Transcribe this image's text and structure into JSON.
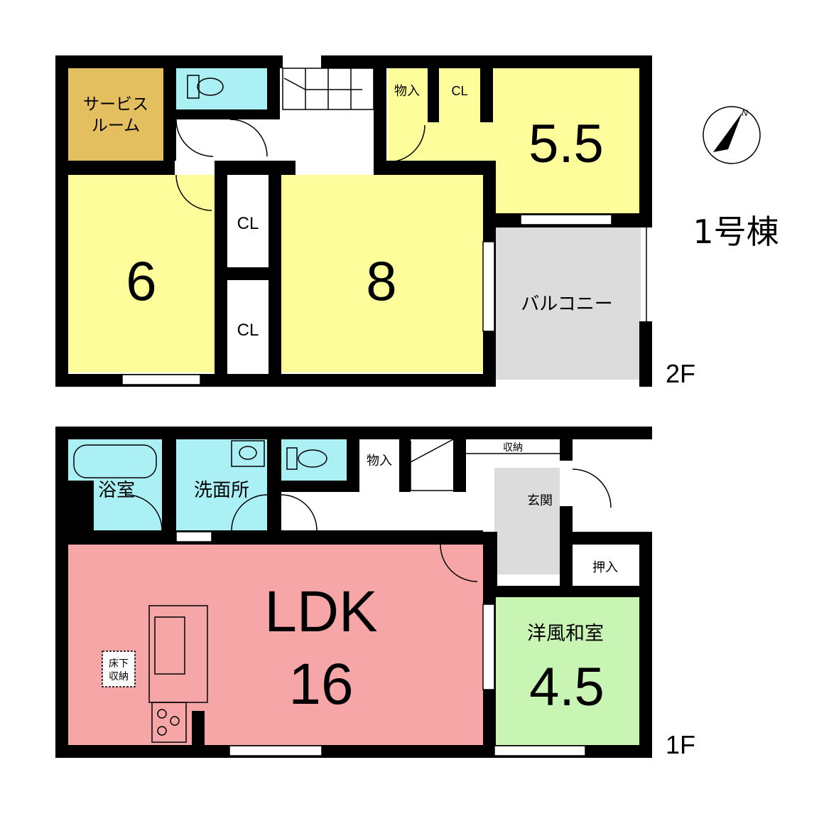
{
  "building_label": "1号棟",
  "compass_letter": "N",
  "floors": {
    "second": {
      "floor_label": "2F",
      "rooms": {
        "service_room_line1": "サービス",
        "service_room_line2": "ルーム",
        "storage_top": "物入",
        "closet_top": "CL",
        "room_5_5": "5.5",
        "closet_upper": "CL",
        "closet_lower": "CL",
        "room_6": "6",
        "room_8": "8",
        "balcony": "バルコニー"
      }
    },
    "first": {
      "floor_label": "1F",
      "rooms": {
        "bath": "浴室",
        "washroom": "洗面所",
        "storage_hall": "物入",
        "storage_entry": "収納",
        "entrance": "玄関",
        "closet_japanese": "押入",
        "ldk_line1": "LDK",
        "ldk_line2": "16",
        "underfloor_line1": "床下",
        "underfloor_line2": "収納",
        "japanese_room_line1": "洋風和室",
        "japanese_room_line2": "4.5"
      }
    }
  },
  "colors": {
    "yellow_room": "#fdfd9c",
    "service_room": "#e4bf5f",
    "water_room": "#aaf0f4",
    "balcony": "#dcdcdc",
    "ldk": "#f6a6a6",
    "japanese_room": "#c8f4b4",
    "entrance_tile": "#dcdcdc",
    "wall": "#000000"
  }
}
